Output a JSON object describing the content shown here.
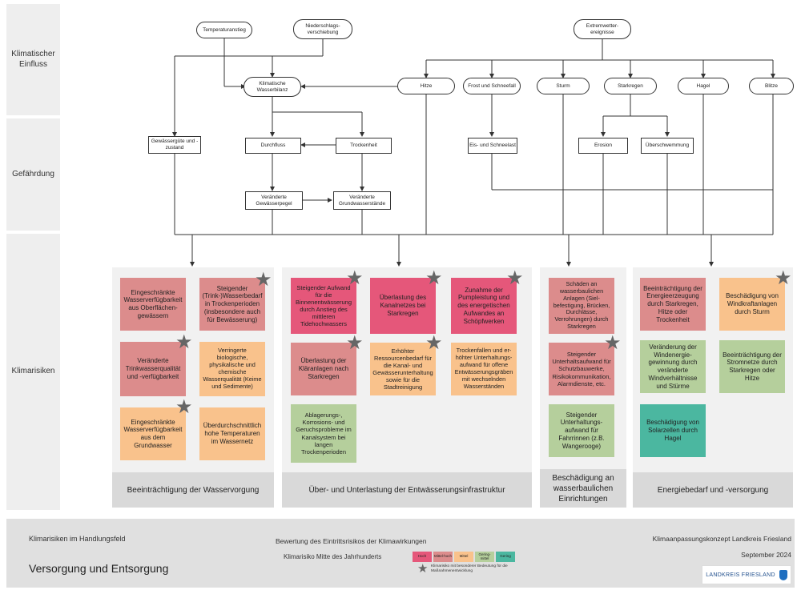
{
  "row_labels": {
    "einfluss": "Klimatischer Einfluss",
    "gefaehrdung": "Gefährdung",
    "klimarisiken": "Klimarisiken"
  },
  "einfluss": {
    "temperatur": "Temperaturanstieg",
    "niederschlag": "Niederschlags-verschiebung",
    "extremwetter": "Extremwetter-ereignisse",
    "wasserbilanz": "Klimatische Wasserbilanz",
    "hitze": "Hitze",
    "frost": "Frost und Schneefall",
    "sturm": "Sturm",
    "starkregen": "Starkregen",
    "hagel": "Hagel",
    "blitze": "Blitze"
  },
  "gefaehrdung": {
    "gewaesserguete": "Gewässergüte und -zustand",
    "durchfluss": "Durchfluss",
    "trockenheit": "Trockenheit",
    "eislast": "Eis- und Schneelast",
    "erosion": "Erosion",
    "ueberschwemmung": "Überschwemmung",
    "pegel": "Veränderte Gewässerpegel",
    "grundwasser": "Veränderte Grundwasserstände"
  },
  "panels": {
    "wasser": {
      "title": "Beeinträchtigung der Wasservorgung",
      "cards": [
        {
          "text": "Eingeschränkte Wasserverfügbarkeit aus Oberflächen-gewässern",
          "level": "mhoch",
          "star": false
        },
        {
          "text": "Steigender (Trink-)Wasserbedarf in Trockenperioden (insbesondere auch für Bewässerung)",
          "level": "mhoch",
          "star": true
        },
        {
          "text": "Veränderte Trinkwasserqualität und -verfügbarkeit",
          "level": "mhoch",
          "star": true
        },
        {
          "text": "Verringerte biologische, physikalische und chemische Wasserqualität (Keime und Sedimente)",
          "level": "mittel",
          "star": false
        },
        {
          "text": "Eingeschränkte Wasserverfügbarkeit aus dem Grundwasser",
          "level": "mittel",
          "star": true
        },
        {
          "text": "Überdurchschnittlich hohe Temperaturen im Wassernetz",
          "level": "mittel",
          "star": false
        }
      ]
    },
    "entwaesserung": {
      "title": "Über- und Unterlastung der Entwässerungsinfrastruktur",
      "cards": [
        {
          "text": "Steigender Aufwand für die Binnenentwässerung durch Anstieg des mittleren Tidehochwassers",
          "level": "hoch",
          "star": true
        },
        {
          "text": "Überlastung des Kanalnetzes bei Starkregen",
          "level": "hoch",
          "star": true
        },
        {
          "text": "Zunahme der Pumpleistung und des energetischen Aufwandes an Schöpfwerken",
          "level": "hoch",
          "star": true
        },
        {
          "text": "Überlastung der Kläranlagen nach Starkregen",
          "level": "mhoch",
          "star": true
        },
        {
          "text": "Erhöhter Ressourcenbedarf für die Kanal- und Gewässerunterhaltung sowie für die Stadtreinigung",
          "level": "mittel",
          "star": true
        },
        {
          "text": "Trockenfallen und er-höhter Unterhaltungs-aufwand für offene Entwässerungsgräben mit wechselnden Wasserständen",
          "level": "mittel",
          "star": false
        },
        {
          "text": "Ablagerungs-, Korrosions- und Geruchsprobleme im Kanalsystem bei langen Trockenperioden",
          "level": "gmittel",
          "star": false
        }
      ]
    },
    "wasserbau": {
      "title": "Beschädigung an wasserbaulichen Einrichtungen",
      "cards": [
        {
          "text": "Schäden an wasserbaulichen Anlagen (Siel-befestigung, Brücken, Durchlässe, Verrohrungen) durch Starkregen",
          "level": "mhoch",
          "star": false
        },
        {
          "text": "Steigender Unterhaltsaufwand für Schutzbauwerke, Risikokommunikation, Alarmdienste, etc.",
          "level": "mhoch",
          "star": true
        },
        {
          "text": "Steigender Unterhaltungs-aufwand für Fahrrinnen (z.B. Wangerooge)",
          "level": "gmittel",
          "star": false
        }
      ]
    },
    "energie": {
      "title": "Energiebedarf und -versorgung",
      "cards": [
        {
          "text": "Beeinträchtigung der Energieerzeugung durch Starkregen, Hitze oder Trockenheit",
          "level": "mhoch",
          "star": false
        },
        {
          "text": "Beschädigung von Windkraftanlagen durch Sturm",
          "level": "mittel",
          "star": true
        },
        {
          "text": "Veränderung der Windenergie-gewinnung durch veränderte Windverhältnisse und Stürme",
          "level": "gmittel",
          "star": false
        },
        {
          "text": "Beeinträchtigung der Stromnetze durch Starkregen oder Hitze",
          "level": "gmittel",
          "star": false
        },
        {
          "text": "Beschädigung von Solarzellen durch Hagel",
          "level": "gering",
          "star": false
        }
      ]
    }
  },
  "footer": {
    "handlungsfeld_label": "Klimarisiken im Handlungsfeld",
    "handlungsfeld": "Versorgung und Entsorgung",
    "bewertung": "Bewertung des Eintrittsrisikos der Klimawirkungen",
    "mitte": "Klimarisiko Mitte des Jahrhunderts",
    "legend": [
      {
        "label": "Hoch",
        "level": "hoch"
      },
      {
        "label": "Mittel-hoch",
        "level": "mhoch"
      },
      {
        "label": "Mittel",
        "level": "mittel"
      },
      {
        "label": "Gering-mittel",
        "level": "gmittel"
      },
      {
        "label": "Gering",
        "level": "gering"
      }
    ],
    "star_note": "Klimarisiko mit besonderer Bedeutung für die Maßnahmenentwicklung",
    "konzept": "Klimaanpassungskonzept Landkreis Friesland",
    "datum": "September 2024",
    "brand": "LANDKREIS FRIESLAND"
  },
  "colors": {
    "hoch": "#e5577a",
    "mhoch": "#dc8c8c",
    "mittel": "#f9c28c",
    "gmittel": "#b5cf9c",
    "gering": "#4bb7a0"
  }
}
